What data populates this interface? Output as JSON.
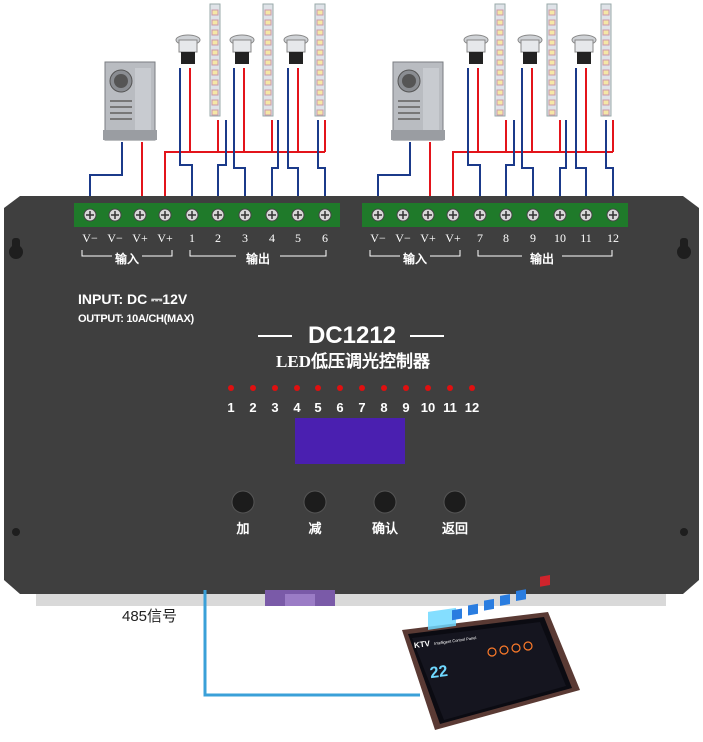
{
  "device": {
    "model": "DC1212",
    "subtitle": "LED低压调光控制器",
    "input_spec": "INPUT: DC ⎓12V",
    "output_spec": "OUTPUT: 10A/CH(MAX)"
  },
  "terminals_left": [
    "V−",
    "V−",
    "V+",
    "V+",
    "1",
    "2",
    "3",
    "4",
    "5",
    "6"
  ],
  "terminals_right": [
    "V−",
    "V−",
    "V+",
    "V+",
    "7",
    "8",
    "9",
    "10",
    "11",
    "12"
  ],
  "group_labels": {
    "input": "输入",
    "output": "输出"
  },
  "channels": [
    "1",
    "2",
    "3",
    "4",
    "5",
    "6",
    "7",
    "8",
    "9",
    "10",
    "11",
    "12"
  ],
  "buttons": [
    "加",
    "减",
    "确认",
    "返回"
  ],
  "signal_label": "485信号",
  "panel": {
    "brand": "KTV",
    "brand_sub": "Intelligent Control Panel",
    "temperature": "22"
  },
  "colors": {
    "controller_body": "#3d3d3d",
    "terminal_green": "#1f7a2a",
    "wire_red": "#e3141b",
    "wire_blue": "#1b3a8a",
    "signal_wire": "#3aa0d8",
    "led_red": "#e01010",
    "display_purple": "#4a1fb0"
  }
}
